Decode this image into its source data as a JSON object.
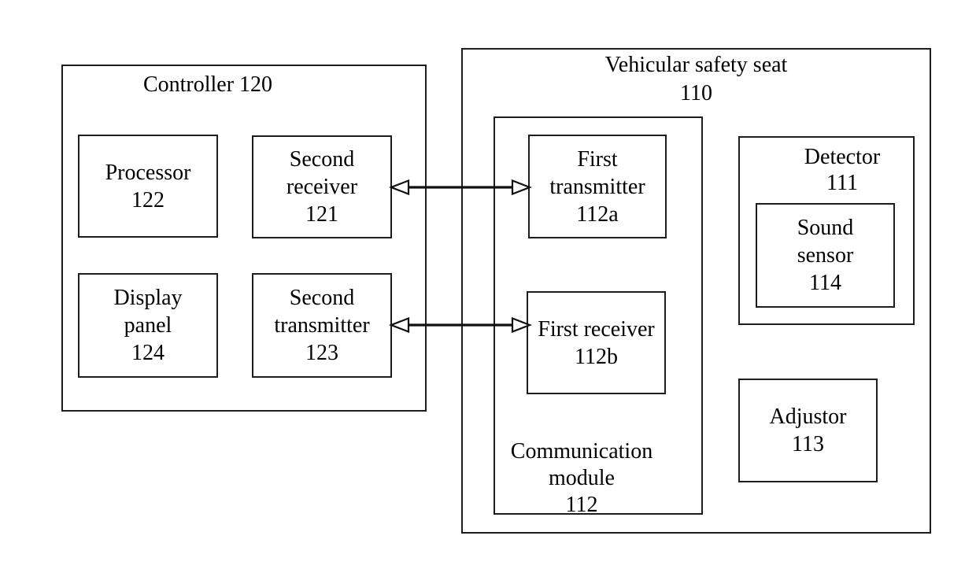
{
  "diagram": {
    "controller": {
      "title": "Controller 120",
      "processor": [
        "Processor",
        "122"
      ],
      "second_receiver": [
        "Second",
        "receiver",
        "121"
      ],
      "display_panel": [
        "Display",
        "panel",
        "124"
      ],
      "second_transmitter": [
        "Second",
        "transmitter",
        "123"
      ]
    },
    "vehicular_safety_seat": {
      "title": [
        "Vehicular safety seat",
        "110"
      ],
      "communication_module": {
        "label": [
          "Communication",
          "module",
          "112"
        ],
        "first_transmitter": [
          "First",
          "transmitter",
          "112a"
        ],
        "first_receiver": [
          "First receiver",
          "112b"
        ]
      },
      "detector": {
        "label": [
          "Detector",
          "111"
        ],
        "sound_sensor": [
          "Sound",
          "sensor",
          "114"
        ]
      },
      "adjustor": [
        "Adjustor",
        "113"
      ]
    },
    "connections": [
      {
        "from": "Second receiver 121",
        "to": "First transmitter 112a",
        "style": "double-headed-hollow-arrow"
      },
      {
        "from": "Second transmitter 123",
        "to": "First receiver 112b",
        "style": "double-headed-hollow-arrow"
      }
    ],
    "colors": {
      "line": "#1d1d1d",
      "text": "#000000",
      "background": "#ffffff"
    }
  }
}
